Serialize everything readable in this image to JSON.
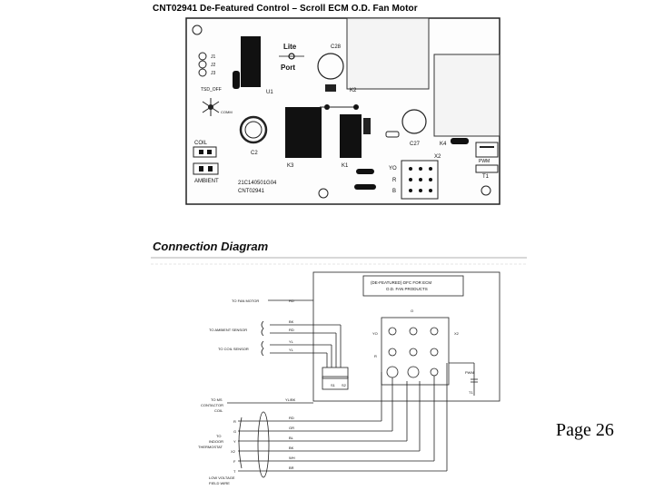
{
  "title": "CNT02941 De-Featured Control – Scroll ECM O.D. Fan Motor",
  "board": {
    "lite_port_line1": "Lite",
    "lite_port_line2": "Port",
    "c28": "C28",
    "j1": "J1",
    "j2": "J2",
    "j3": "J3",
    "u1": "U1",
    "k2": "K2",
    "tsd_off": "TSD_OFF",
    "comm_label": "COMM",
    "c2": "C2",
    "c27": "C27",
    "k4": "K4",
    "pwm": "PWM",
    "coil": "COIL",
    "k3": "K3",
    "k1": "K1",
    "t1": "T1",
    "x2": "X2",
    "yo": "YO",
    "r": "R",
    "b": "B",
    "ambient": "AMBIENT",
    "part_line1": "21C140501G04",
    "part_line2": "CNT02941"
  },
  "connection_title": "Connection Diagram",
  "diagram": {
    "box_title_line1": "(DE-FEATURED) DFC FOR ECM",
    "box_title_line2": "O.D. FAN PRODUCTS",
    "to_fan_motor": "TO FAN MOTOR",
    "to_ambient_sensor": "TO AMBIENT SENSOR",
    "to_coil_sensor": "TO COIL SENSOR",
    "to_ms_contactor_coil_l1": "TO MS",
    "to_ms_contactor_coil_l2": "CONTACTOR",
    "to_ms_contactor_coil_l3": "COIL",
    "to_indoor_thermostat_l1": "TO",
    "to_indoor_thermostat_l2": "INDOOR",
    "to_indoor_thermostat_l3": "THERMOSTAT",
    "low_voltage_l1": "LOW VOLTAGE",
    "low_voltage_l2": "FIELD WIRE",
    "wire_labels": [
      "RD",
      "BK",
      "RD",
      "YL",
      "YL/BK",
      "RD",
      "GR",
      "BL",
      "BK",
      "WH",
      "BR"
    ],
    "term_labels": [
      "R",
      "G",
      "Y",
      "X2",
      "F",
      "T"
    ],
    "yl_label": "YL",
    "yo_label": "YO",
    "r_label": "R",
    "x2_label": "X2",
    "pwm_label": "PWM",
    "t1_label": "T1",
    "s1": "S1",
    "s2": "S2",
    "o_label": "O"
  },
  "page_number": "Page 26"
}
